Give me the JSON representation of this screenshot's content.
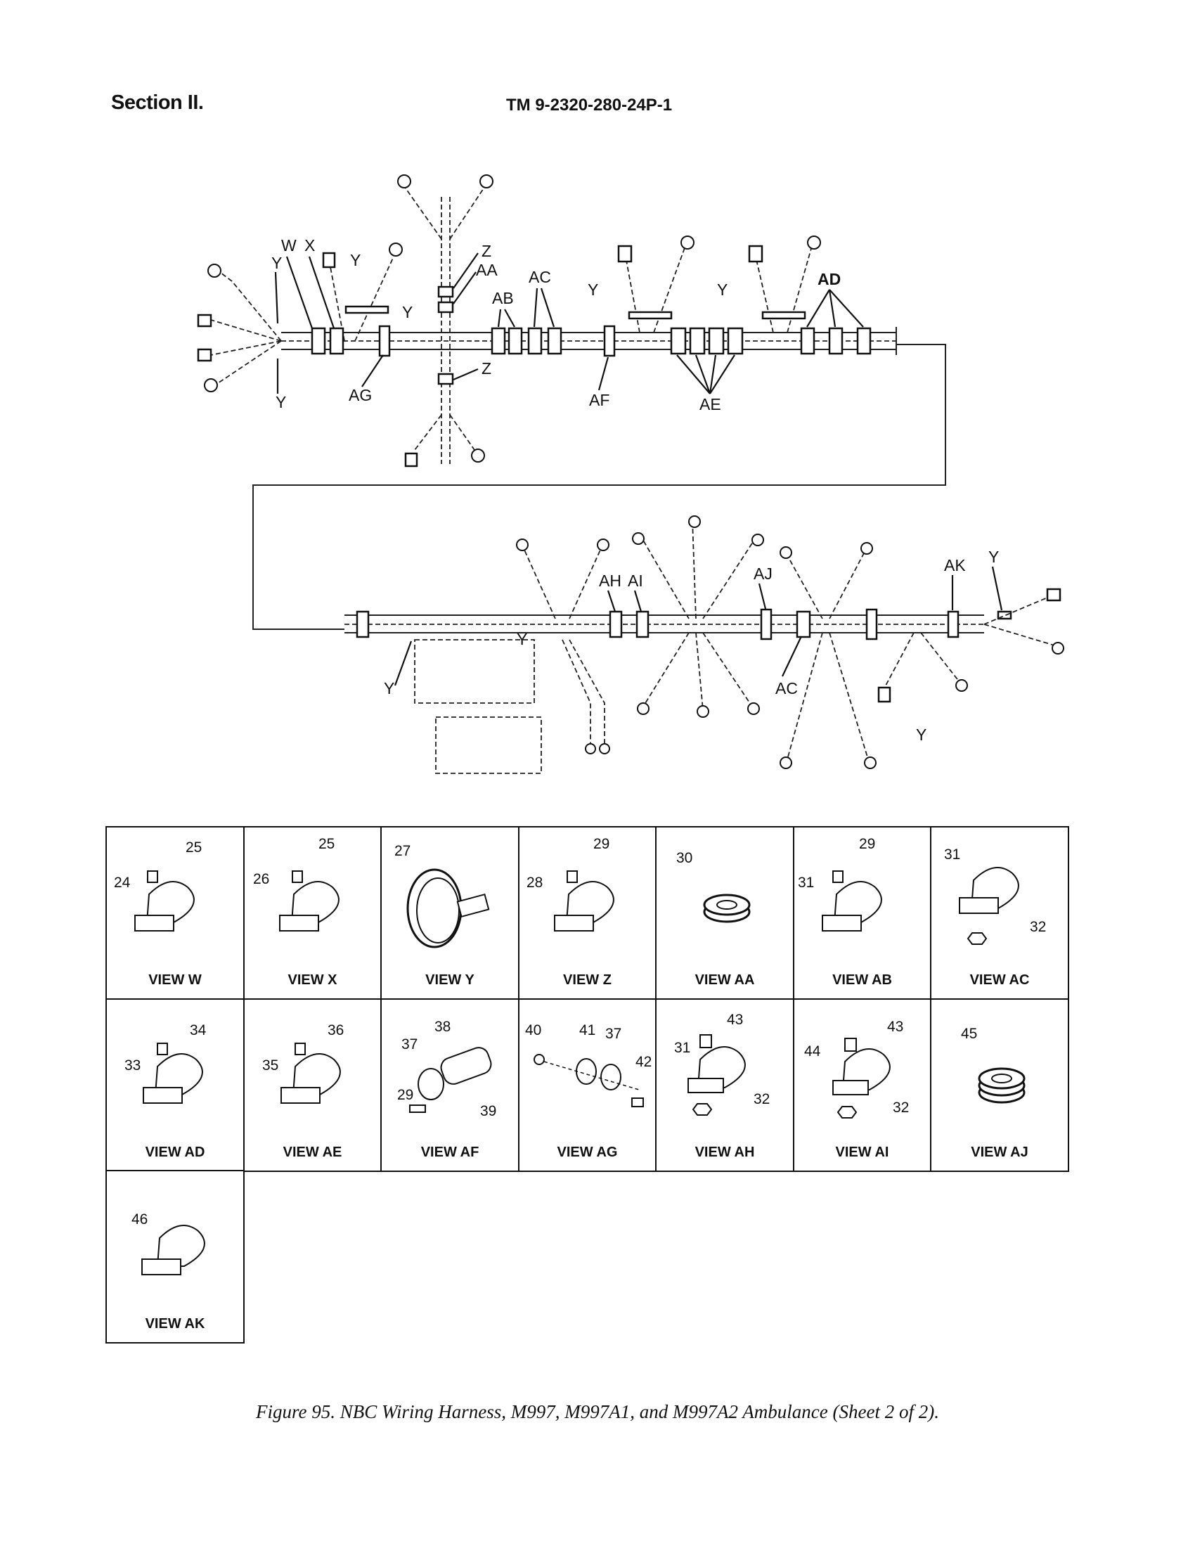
{
  "header": {
    "section": "Section II.",
    "tm_number": "TM 9-2320-280-24P-1"
  },
  "diagram_labels": {
    "w": "W",
    "x": "X",
    "y": "Y",
    "z": "Z",
    "aa": "AA",
    "ab": "AB",
    "ac": "AC",
    "ad": "AD",
    "ae": "AE",
    "af": "AF",
    "ag": "AG",
    "ah": "AH",
    "ai": "AI",
    "aj": "AJ",
    "ak": "AK"
  },
  "views": [
    {
      "title": "VIEW W",
      "callouts": [
        "25",
        "24"
      ]
    },
    {
      "title": "VIEW X",
      "callouts": [
        "25",
        "26"
      ]
    },
    {
      "title": "VIEW Y",
      "callouts": [
        "27"
      ]
    },
    {
      "title": "VIEW Z",
      "callouts": [
        "29",
        "28"
      ]
    },
    {
      "title": "VIEW AA",
      "callouts": [
        "30"
      ]
    },
    {
      "title": "VIEW AB",
      "callouts": [
        "29",
        "31"
      ]
    },
    {
      "title": "VIEW AC",
      "callouts": [
        "31",
        "32"
      ]
    },
    {
      "title": "VIEW AD",
      "callouts": [
        "34",
        "33"
      ]
    },
    {
      "title": "VIEW AE",
      "callouts": [
        "36",
        "35"
      ]
    },
    {
      "title": "VIEW AF",
      "callouts": [
        "38",
        "37",
        "29",
        "39"
      ]
    },
    {
      "title": "VIEW AG",
      "callouts": [
        "40",
        "41",
        "37",
        "42"
      ]
    },
    {
      "title": "VIEW AH",
      "callouts": [
        "43",
        "31",
        "32"
      ]
    },
    {
      "title": "VIEW AI",
      "callouts": [
        "43",
        "44",
        "32"
      ]
    },
    {
      "title": "VIEW AJ",
      "callouts": [
        "45"
      ]
    },
    {
      "title": "VIEW AK",
      "callouts": [
        "46"
      ]
    }
  ],
  "caption": "Figure 95.  NBC Wiring Harness, M997, M997A1, and M997A2 Ambulance (Sheet 2 of 2)."
}
